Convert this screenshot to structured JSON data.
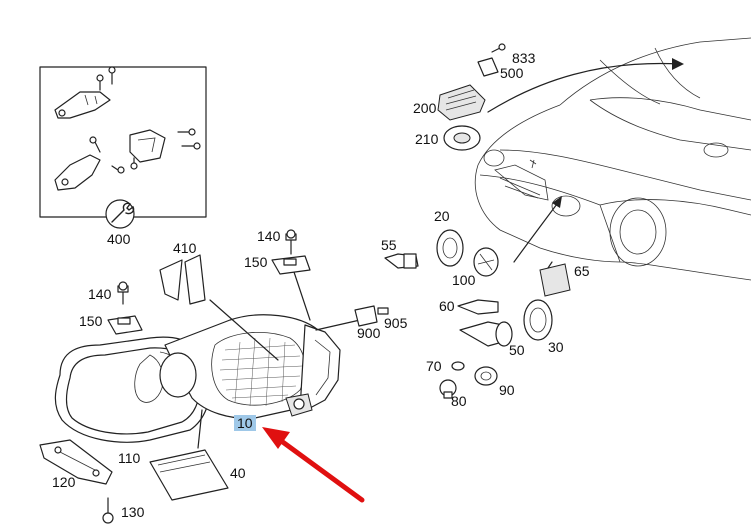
{
  "colors": {
    "line": "#222222",
    "highlight": "#9fc8e8",
    "arrow": "#e01010",
    "background": "#ffffff"
  },
  "labels": {
    "p10": "10",
    "p20": "20",
    "p30": "30",
    "p40": "40",
    "p50": "50",
    "p55": "55",
    "p60": "60",
    "p65": "65",
    "p70": "70",
    "p80": "80",
    "p90": "90",
    "p100": "100",
    "p110": "110",
    "p120": "120",
    "p130": "130",
    "p140a": "140",
    "p140b": "140",
    "p150a": "150",
    "p150b": "150",
    "p200": "200",
    "p210": "210",
    "p400": "400",
    "p410": "410",
    "p500": "500",
    "p833": "833",
    "p900": "900",
    "p905": "905"
  },
  "icons": {
    "tool": "wrench-icon",
    "pointer": "red-arrow-icon"
  },
  "highlighted_part": "10"
}
